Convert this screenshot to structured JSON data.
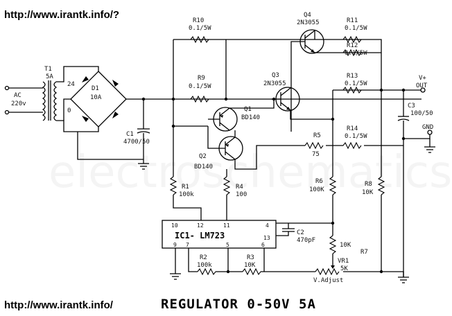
{
  "urls": {
    "top": "http://www.irantk.info/?",
    "bottom": "http://www.irantk.info/"
  },
  "title": "REGULATOR 0-50V 5A",
  "watermark": "electroschematics.com",
  "input": {
    "line1": "AC",
    "line2": "220v"
  },
  "transformer": {
    "ref": "T1",
    "rating": "5A",
    "tap_high": "24",
    "tap_low": "0"
  },
  "bridge": {
    "ref": "D1",
    "rating": "10A"
  },
  "caps": {
    "c1": {
      "ref": "C1",
      "value": "4700/50"
    },
    "c2": {
      "ref": "C2",
      "value": "470pF"
    },
    "c3": {
      "ref": "C3",
      "value": "100/50"
    }
  },
  "resistors": {
    "r10": {
      "ref": "R10",
      "value": "0.1/5W"
    },
    "r9": {
      "ref": "R9",
      "value": "0.1/5W"
    },
    "r11": {
      "ref": "R11",
      "value": "0.1/5W"
    },
    "r12": {
      "ref": "R12",
      "value": "0.1/5W"
    },
    "r13": {
      "ref": "R13",
      "value": "0.1/5W"
    },
    "r14": {
      "ref": "R14",
      "value": "0.1/5W"
    },
    "r5": {
      "ref": "R5",
      "value": "75"
    },
    "r1": {
      "ref": "R1",
      "value": "100k"
    },
    "r4": {
      "ref": "R4",
      "value": "100"
    },
    "r6": {
      "ref": "R6",
      "value": "100K"
    },
    "r8": {
      "ref": "R8",
      "value": "10K"
    },
    "r2": {
      "ref": "R2",
      "value": "100k"
    },
    "r3": {
      "ref": "R3",
      "value": "10K"
    },
    "r7": {
      "ref": "R7",
      "value": "10K"
    }
  },
  "transistors": {
    "q1": {
      "ref": "Q1",
      "part": "BD140"
    },
    "q2": {
      "ref": "Q2",
      "part": "BD140"
    },
    "q3": {
      "ref": "Q3",
      "part": "2N3055"
    },
    "q4": {
      "ref": "Q4",
      "part": "2N3055"
    }
  },
  "ic": {
    "label": "IC1- LM723",
    "pins": {
      "p10": "10",
      "p12": "12",
      "p11": "11",
      "p4": "4",
      "p13": "13",
      "p9": "9",
      "p7": "7",
      "p5": "5",
      "p6": "6"
    }
  },
  "vr1": {
    "ref": "VR1",
    "value": "5K",
    "caption": "V.Adjust"
  },
  "output": {
    "line1": "V+",
    "line2": "OUT",
    "gnd": "GND"
  }
}
